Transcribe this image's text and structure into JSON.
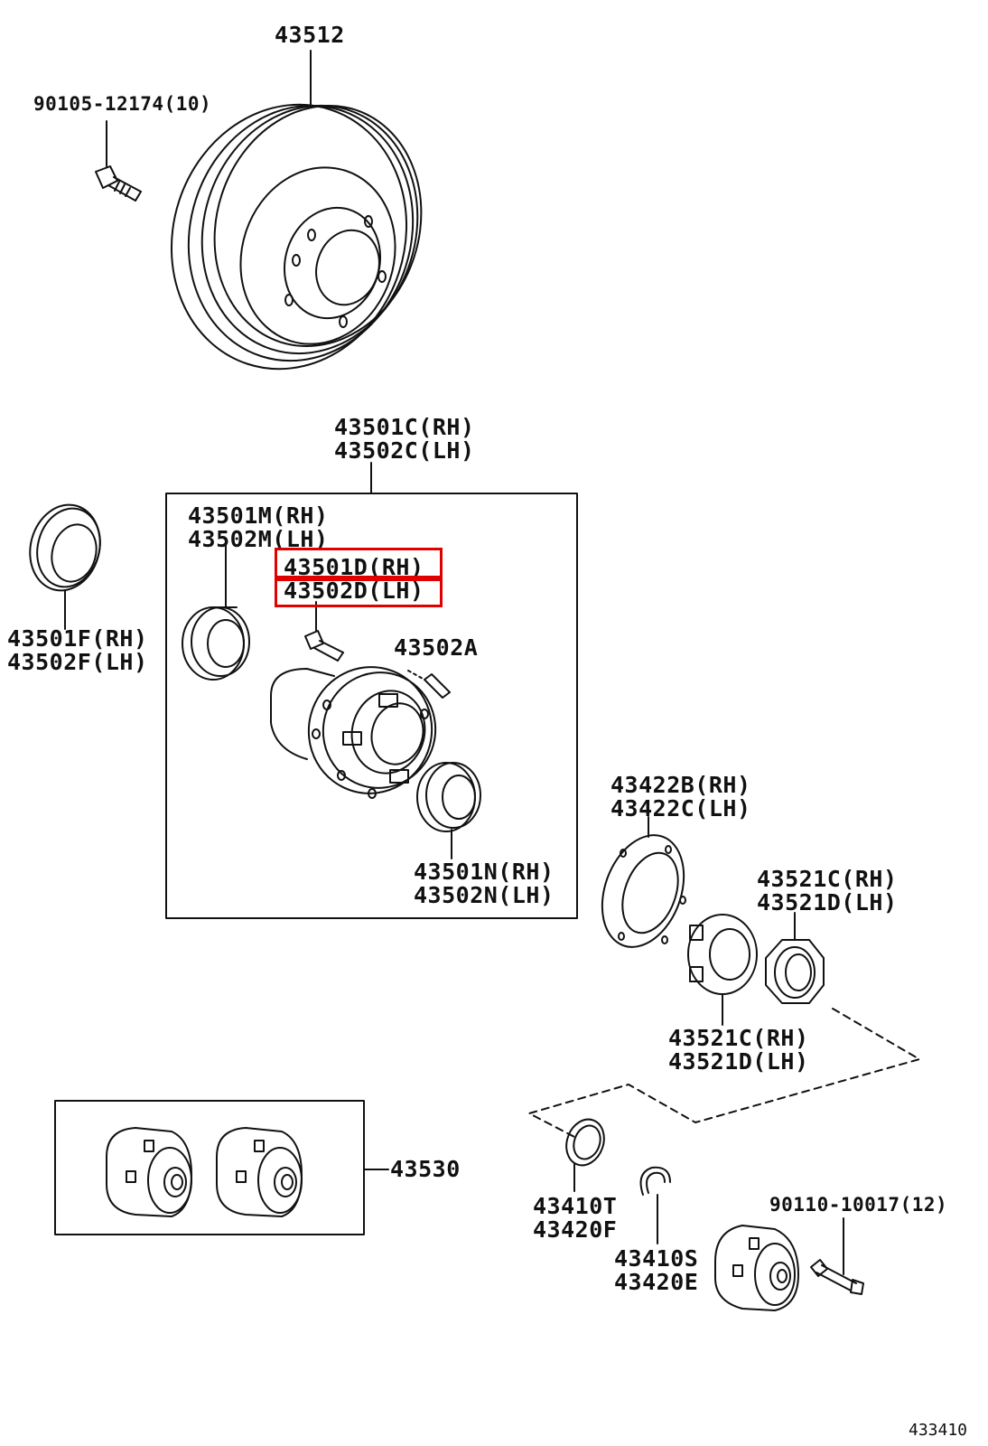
{
  "diagram": {
    "reference_code": "433410",
    "highlight_color": "#e10000",
    "line_color": "#111111",
    "parts": [
      {
        "id": "p43512",
        "lines": [
          "43512"
        ],
        "part": "brake-disc"
      },
      {
        "id": "p90105",
        "lines": [
          "90105-12174(10)"
        ],
        "part": "disc-bolt"
      },
      {
        "id": "p43501c",
        "lines": [
          "43501C(RH)",
          "43502C(LH)"
        ],
        "part": "hub-assembly-kit"
      },
      {
        "id": "p43501m",
        "lines": [
          "43501M(RH)",
          "43502M(LH)"
        ],
        "part": "outer-bearing"
      },
      {
        "id": "p43501d",
        "lines": [
          "43501D(RH)",
          "43502D(LH)"
        ],
        "part": "hub-bolt",
        "highlighted": true
      },
      {
        "id": "p43502a",
        "lines": [
          "43502A"
        ],
        "part": "pin"
      },
      {
        "id": "p43501f",
        "lines": [
          "43501F(RH)",
          "43502F(LH)"
        ],
        "part": "oil-seal"
      },
      {
        "id": "p43501n",
        "lines": [
          "43501N(RH)",
          "43502N(LH)"
        ],
        "part": "inner-bearing"
      },
      {
        "id": "p43422b",
        "lines": [
          "43422B(RH)",
          "43422C(LH)"
        ],
        "part": "lock-washer"
      },
      {
        "id": "p43521c_top",
        "lines": [
          "43521C(RH)",
          "43521D(LH)"
        ],
        "part": "lock-nut"
      },
      {
        "id": "p43521c_low",
        "lines": [
          "43521C(RH)",
          "43521D(LH)"
        ],
        "part": "adjusting-nut"
      },
      {
        "id": "p43530",
        "lines": [
          "43530"
        ],
        "part": "free-wheel-hub-set"
      },
      {
        "id": "p43410t",
        "lines": [
          "43410T",
          "43420F"
        ],
        "part": "snap-ring"
      },
      {
        "id": "p43410s",
        "lines": [
          "43410S",
          "43420E"
        ],
        "part": "spacer"
      },
      {
        "id": "p90110",
        "lines": [
          "90110-10017(12)"
        ],
        "part": "hub-cover-bolt"
      }
    ]
  }
}
